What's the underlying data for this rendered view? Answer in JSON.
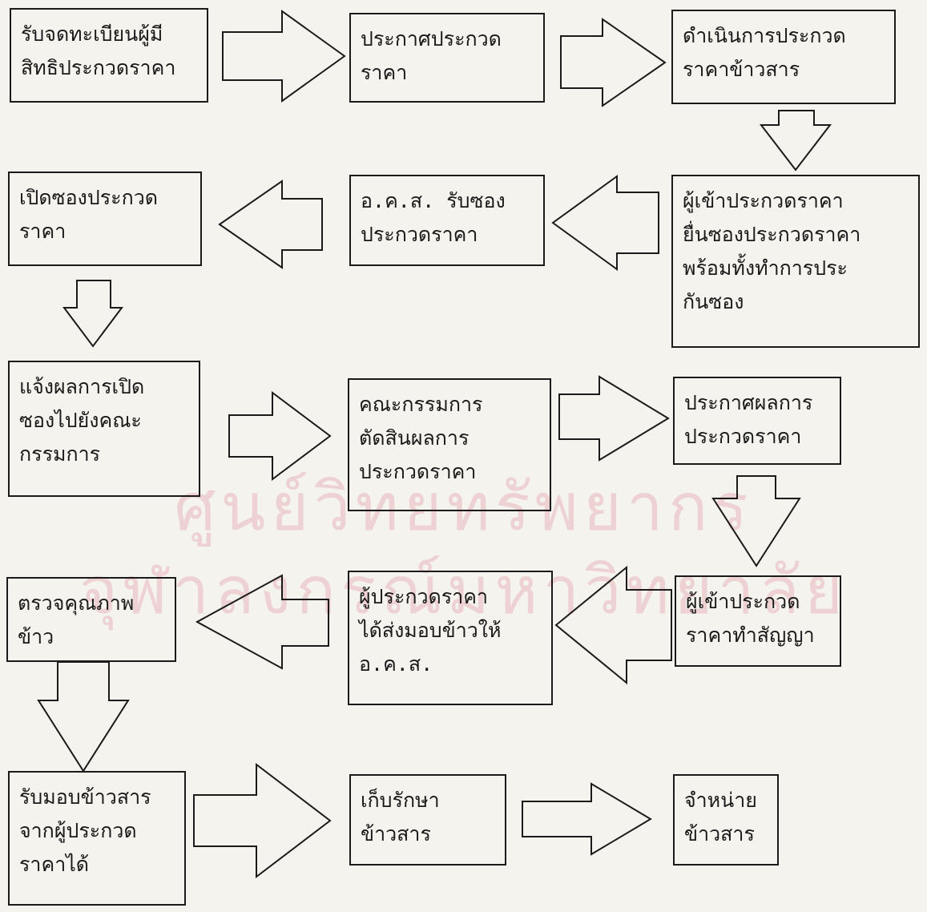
{
  "watermark": {
    "line1": "ศูนย์วิทยทรัพยากร",
    "line2": "จุฬาลงกรณ์มหาวิทยาลัย"
  },
  "boxes": {
    "register": "รับจดทะเบียนผู้มี\nสิทธิประกวดราคา",
    "announce": "ประกาศประกวด\nราคา",
    "conduct": "ดำเนินการประกวด\nราคาข้าวสาร",
    "bidders_submit": "ผู้เข้าประกวดราคา\nยื่นซองประกวดราคา\nพร้อมทั้งทำการประ\nกันซอง",
    "okos_receive": "อ.ค.ส. รับซอง\nประกวดราคา",
    "open_envelopes": "เปิดซองประกวด\nราคา",
    "notify_committee": "แจ้งผลการเปิด\nซองไปยังคณะ\nกรรมการ",
    "committee_decide": "คณะกรรมการ\nตัดสินผลการ\nประกวดราคา",
    "announce_result": "ประกาศผลการ\nประกวดราคา",
    "contract": "ผู้เข้าประกวด\nราคาทำสัญญา",
    "winner_deliver": "ผู้ประกวดราคา\nได้ส่งมอบข้าวให้\nอ.ค.ส.",
    "inspect": "ตรวจคุณภาพ\nข้าว",
    "receive_rice": "รับมอบข้าวสาร\nจากผู้ประกวด\nราคาได้",
    "store": "เก็บรักษา\nข้าวสาร",
    "distribute": "จำหน่าย\nข้าวสาร"
  }
}
